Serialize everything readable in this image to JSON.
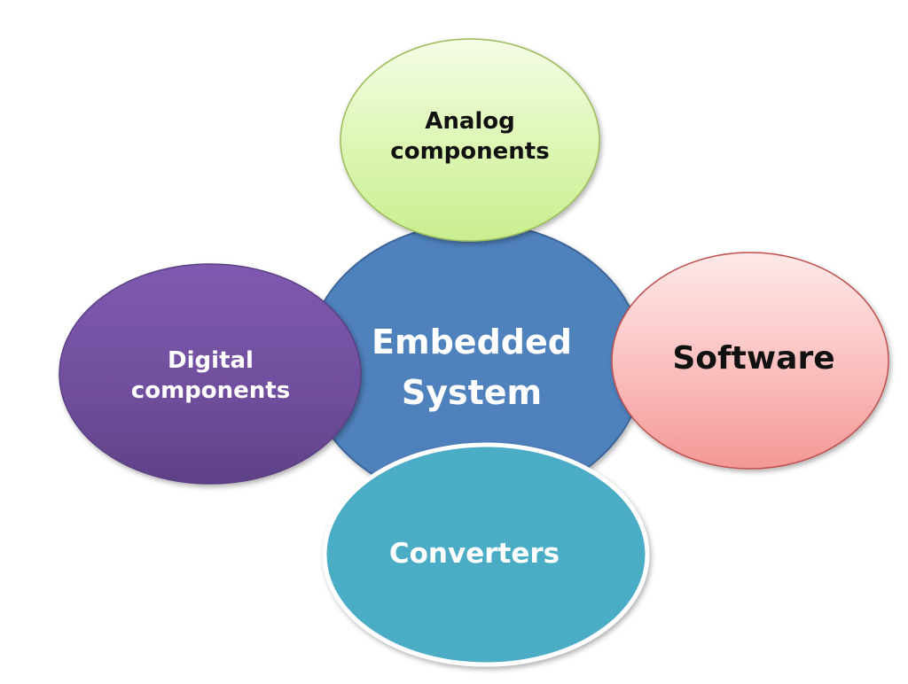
{
  "diagram": {
    "center": {
      "label_line1": "Embedded",
      "label_line2": "System"
    },
    "nodes": {
      "analog": {
        "label_line1": "Analog",
        "label_line2": "components"
      },
      "digital": {
        "label_line1": "Digital",
        "label_line2": "components"
      },
      "software": {
        "label": "Software"
      },
      "converters": {
        "label": "Converters"
      }
    }
  },
  "colors": {
    "center": "#4f81bd",
    "analog": "#d7f5a8",
    "digital": "#7251a0",
    "software": "#f7a7a6",
    "converters": "#4bacc6"
  }
}
